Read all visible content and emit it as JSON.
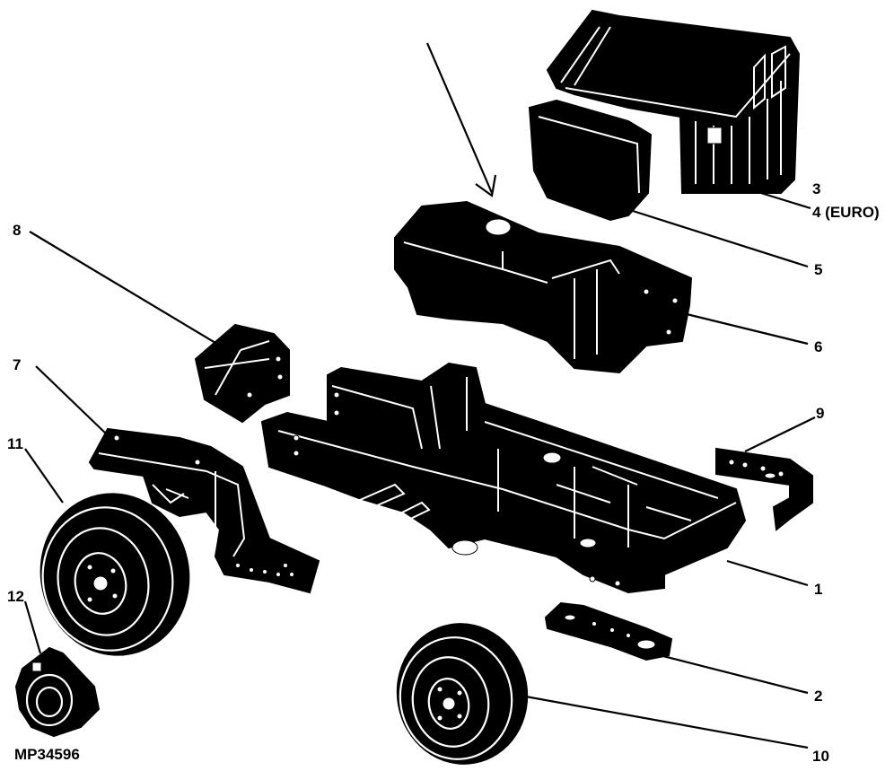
{
  "figure_id": "MP34596",
  "callouts": {
    "frame": "1",
    "front_plate": "2",
    "hood": "3",
    "hood_euro": "4 (EURO)",
    "grille": "5",
    "fuel_tank_shroud": "6",
    "left_footrest": "7",
    "seat_bracket": "8",
    "front_bracket": "9",
    "front_wheel": "10",
    "rear_wheel": "11",
    "hub_cap": "12"
  },
  "colors": {
    "ink": "#000000",
    "paper": "#ffffff"
  }
}
